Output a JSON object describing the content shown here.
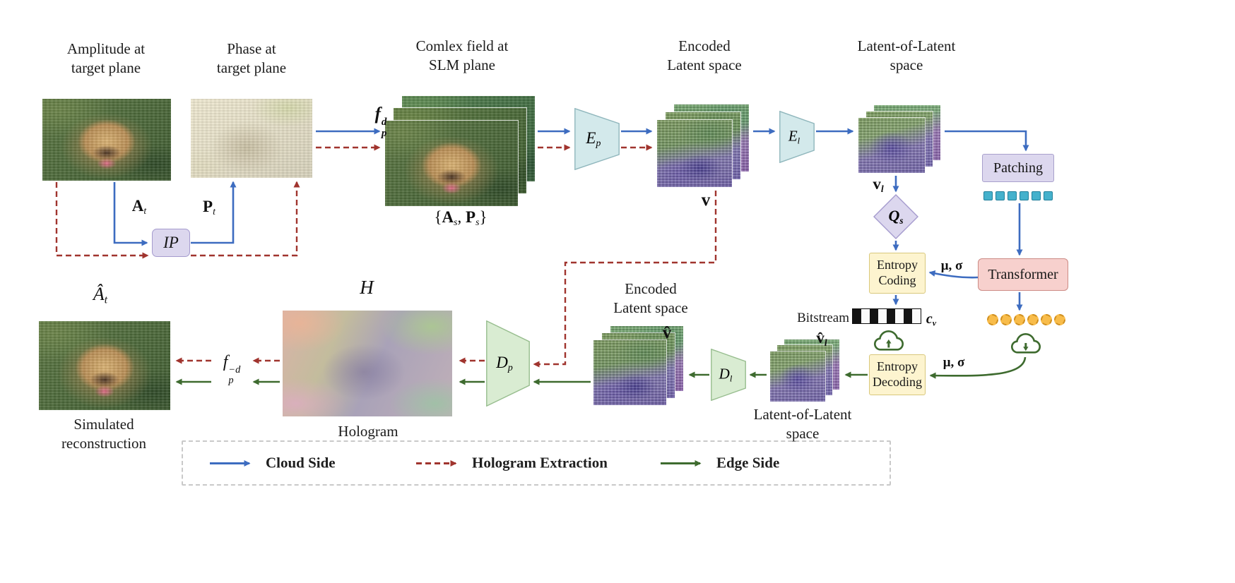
{
  "titles": {
    "amplitude": "Amplitude at\ntarget plane",
    "phase": "Phase at\ntarget plane",
    "complex": "Comlex field at\nSLM plane",
    "encoded_top": "Encoded\nLatent space",
    "lol_top": "Latent-of-Latent\nspace",
    "encoded_bottom": "Encoded\nLatent space",
    "lol_bottom": "Latent-of-Latent\nspace",
    "hologram": "Hologram",
    "simulated": "Simulated\nreconstruction",
    "bitstream": "Bitstream"
  },
  "boxes": {
    "ip": "IP",
    "patching": "Patching",
    "transformer": "Transformer",
    "entropy_coding": "Entropy\nCoding",
    "entropy_decoding": "Entropy\nDecoding"
  },
  "math": {
    "at": [
      {
        "t": "A",
        "c": "b"
      },
      {
        "t": "t",
        "c": "sub i"
      }
    ],
    "pt": [
      {
        "t": "P",
        "c": "b"
      },
      {
        "t": "t",
        "c": "sub i"
      }
    ],
    "fpd": [
      {
        "t": "f"
      },
      {
        "sup": "d",
        "sub": "p"
      }
    ],
    "asps": [
      {
        "t": "{"
      },
      {
        "t": "A",
        "c": "b"
      },
      {
        "t": "s",
        "c": "sub i"
      },
      {
        "t": ", "
      },
      {
        "t": "P",
        "c": "b"
      },
      {
        "t": "s",
        "c": "sub i"
      },
      {
        "t": "}"
      }
    ],
    "ep": [
      {
        "t": "E",
        "c": "i"
      },
      {
        "t": "p",
        "c": "sub i"
      }
    ],
    "v": [
      {
        "t": "v",
        "c": "b"
      }
    ],
    "el": [
      {
        "t": "E",
        "c": "i"
      },
      {
        "t": "l",
        "c": "sub i"
      }
    ],
    "vl": [
      {
        "t": "v",
        "c": "b"
      },
      {
        "t": "l",
        "c": "sub bi"
      }
    ],
    "qs": [
      {
        "t": "Q",
        "c": "bi"
      },
      {
        "t": "s",
        "c": "sub bi"
      }
    ],
    "mu_top": "μ, σ",
    "cv": [
      {
        "t": "c",
        "c": "bi"
      },
      {
        "t": "v",
        "c": "sub bi"
      }
    ],
    "mu_bottom": "μ, σ",
    "vhat": [
      {
        "t": "v̂",
        "c": "b"
      }
    ],
    "vhatl": [
      {
        "t": "v̂",
        "c": "b"
      },
      {
        "t": "l",
        "c": "sub bi"
      }
    ],
    "dl": [
      {
        "t": "D",
        "c": "i"
      },
      {
        "t": "l",
        "c": "sub i"
      }
    ],
    "dp": [
      {
        "t": "D",
        "c": "i"
      },
      {
        "t": "p",
        "c": "sub i"
      }
    ],
    "h": [
      {
        "t": "H",
        "c": "i"
      }
    ],
    "fpmd": [
      {
        "t": "f"
      },
      {
        "sup": "−d",
        "sub": "p"
      }
    ],
    "ahat": [
      {
        "t": "Â",
        "c": "i"
      },
      {
        "t": "t",
        "c": "sub i"
      }
    ]
  },
  "legend": {
    "cloud": "Cloud Side",
    "extraction": "Hologram Extraction",
    "edge": "Edge Side"
  },
  "colors": {
    "cloud_arrow": "#3d6cc0",
    "extraction_arrow": "#a0342e",
    "edge_arrow": "#3e6b2f",
    "encoder_fill": "#d3e9eb",
    "decoder_fill": "#d9ecd2",
    "module_purple": "#dcd7ee",
    "transformer_pink": "#f7d0cd",
    "entropy_yellow": "#fdf4cf",
    "token_teal": "#45b1cc",
    "token_orange": "#f8bc4a"
  }
}
